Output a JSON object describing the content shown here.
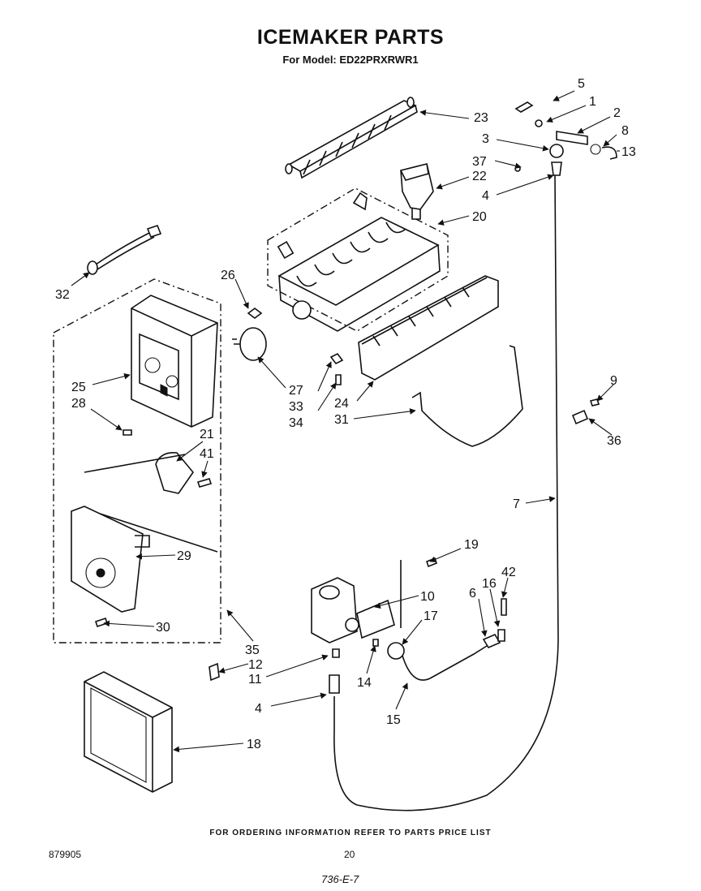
{
  "title": "ICEMAKER PARTS",
  "subtitle": "For Model: ED22PRXRWR1",
  "footer_note": "FOR ORDERING INFORMATION REFER TO PARTS PRICE LIST",
  "doc_number": "879905",
  "page_number": "20",
  "handwritten_code": "736-E-7",
  "callouts": {
    "c1": "1",
    "c2": "2",
    "c3": "3",
    "c4a": "4",
    "c4b": "4",
    "c5": "5",
    "c6": "6",
    "c7": "7",
    "c8": "8",
    "c9": "9",
    "c10": "10",
    "c11": "11",
    "c12": "12",
    "c13": "13",
    "c14": "14",
    "c15": "15",
    "c16": "16",
    "c17": "17",
    "c18": "18",
    "c19": "19",
    "c20": "20",
    "c21": "21",
    "c22": "22",
    "c23": "23",
    "c24": "24",
    "c25": "25",
    "c26": "26",
    "c27": "27",
    "c28": "28",
    "c29": "29",
    "c30": "30",
    "c31": "31",
    "c32": "32",
    "c33": "33",
    "c34": "34",
    "c35": "35",
    "c36": "36",
    "c37": "37",
    "c41": "41",
    "c42": "42"
  }
}
